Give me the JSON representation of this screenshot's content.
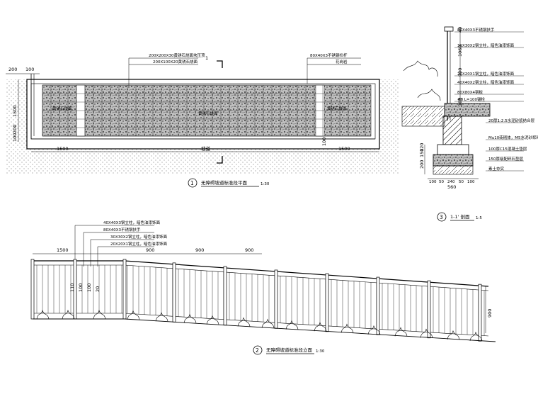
{
  "plan": {
    "title": "无障碍坡道标准段平面",
    "scale": "1:30",
    "number": "1",
    "callout_left_1": "200X200X30黄锈石烧面块压顶",
    "callout_left_2": "200X100X20黄锈石烧面",
    "callout_right_1": "80X40X3不锈钢栏杆",
    "callout_right_2": "花岗岩",
    "label_block_1": "黄锈石烧面",
    "label_block_2": "黄锈石烧面",
    "label_block_3": "黄锈石烧面",
    "dim_top_left": "200",
    "dim_top_left_2": "100",
    "dim_left_1": "1500",
    "dim_left_2": "200",
    "dim_left_3": "100",
    "dim_bottom_left": "1500",
    "dim_bottom_mid": "坡道",
    "dim_bottom_right": "1500",
    "dim_bottom_small": "100",
    "section_mark": "1"
  },
  "section": {
    "title": "1-1' 剖面",
    "scale": "1:5",
    "number": "3",
    "labels": [
      "80X40X3不锈钢扶手",
      "30X30X2钢立柱，暗色油漆饰面",
      "20X20X1钢立柱，暗色油漆饰面",
      "40X40X2钢立柱，暗色油漆饰面",
      "80X80X4钢板",
      "#8 L=100锚栓",
      "20厚1:2.5水泥砂浆结合层",
      "Mu10砖砌体，M5水泥砂浆砌筑",
      "100厚C15混凝土垫层",
      "150厚级配碎石垫层",
      "素土夯实"
    ],
    "dim_vertical": [
      "40",
      "1060",
      "900",
      "100",
      "150",
      "200",
      "120"
    ],
    "dim_bottom": [
      "100",
      "50",
      "240",
      "50",
      "100"
    ],
    "dim_total": "560"
  },
  "elevation": {
    "title": "无障碍坡道标准段立面",
    "scale": "1:30",
    "number": "2",
    "callouts": [
      "40X40X3钢立柱，暗色油漆饰面",
      "80X40X3不锈钢扶手",
      "30X30X2钢立柱，暗色油漆饰面",
      "20X20X1钢立柱，暗色油漆饰面"
    ],
    "dim_top": [
      "1500",
      "900",
      "900",
      "900"
    ],
    "dim_right": "900",
    "dim_left_a": "110",
    "dim_left_b": "100",
    "dim_left_c": "20"
  }
}
